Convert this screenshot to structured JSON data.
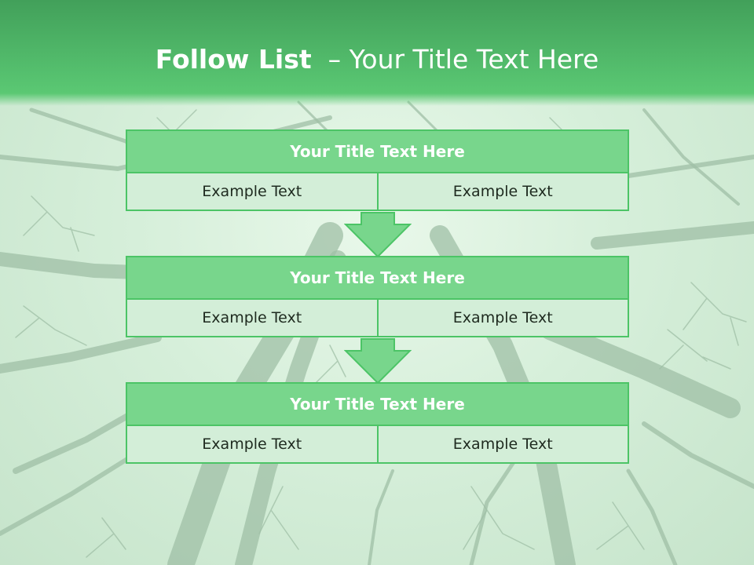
{
  "slide": {
    "title_bold": "Follow List",
    "title_rest": "– Your Title Text Here"
  },
  "steps": [
    {
      "title": "Your Title Text Here",
      "left": "Example Text",
      "right": "Example Text"
    },
    {
      "title": "Your Title Text Here",
      "left": "Example Text",
      "right": "Example Text"
    },
    {
      "title": "Your Title Text Here",
      "left": "Example Text",
      "right": "Example Text"
    }
  ],
  "colors": {
    "header_green": "#55c06e",
    "box_title_fill": "#78d68c",
    "box_cell_fill": "#d3eed8",
    "box_border": "#4cc466",
    "arrow_fill": "#78d68c"
  }
}
